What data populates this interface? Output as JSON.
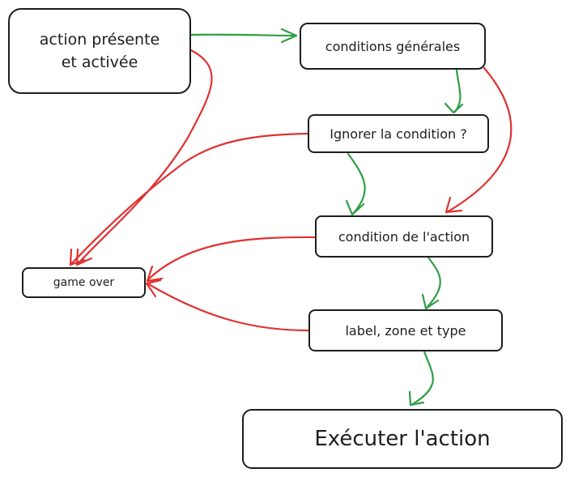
{
  "nodes": {
    "action": {
      "line1": "action présente",
      "line2": "et activée"
    },
    "conditions_generales": "conditions générales",
    "ignorer": "Ignorer la condition ?",
    "condition_action": "condition de l'action",
    "game_over": "game over",
    "label_zone_type": "label, zone et type",
    "executer": "Exécuter l'action"
  },
  "colors": {
    "success_edge": "#2f9e44",
    "failure_edge": "#e03131",
    "node_border": "#1e1e1e"
  }
}
